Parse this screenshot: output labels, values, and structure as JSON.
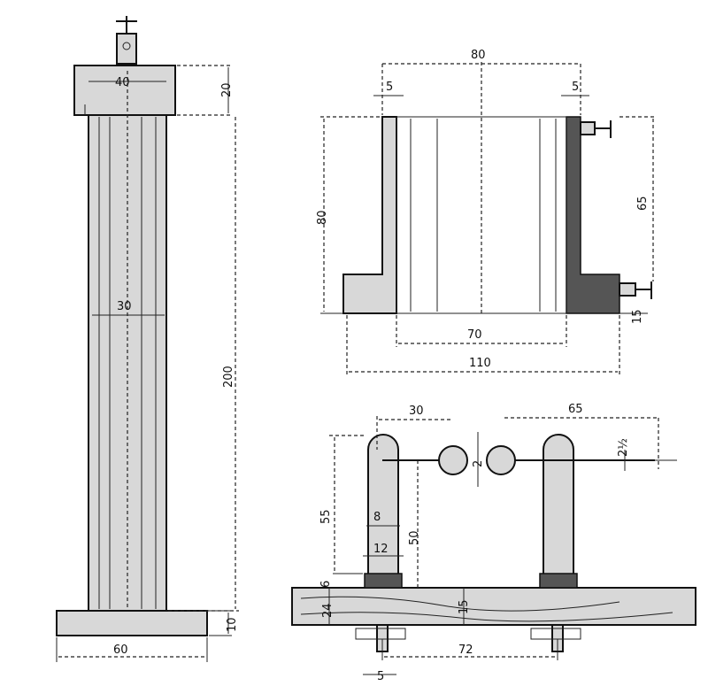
{
  "pillar": {
    "dims": {
      "top_width": "40",
      "top_height": "20",
      "column_width": "30",
      "height": "200",
      "base_width": "60",
      "base_height": "10"
    }
  },
  "cup": {
    "dims": {
      "top_width": "80",
      "wall_left": "5",
      "wall_right": "5",
      "height": "80",
      "upper_terminal": "65",
      "base_step": "15",
      "inner_width": "70",
      "total_width": "110"
    }
  },
  "gap": {
    "dims": {
      "spacing": "30",
      "span": "65",
      "ball_gap": "2",
      "rod_diameter": "2½",
      "post_height": "55",
      "post_diameter": "8",
      "collar_diameter": "12",
      "rod_height": "50",
      "nut_height": "6",
      "plank_left": "24",
      "plank_right": "15",
      "post_distance": "72",
      "stud": "5"
    }
  }
}
